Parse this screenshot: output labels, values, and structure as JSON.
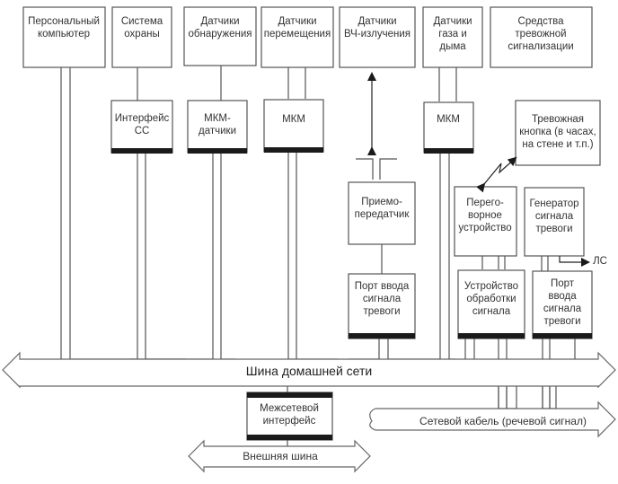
{
  "diagram": {
    "top_blocks": [
      {
        "id": "pc",
        "lines": [
          "Персональный",
          "компьютер"
        ]
      },
      {
        "id": "security",
        "lines": [
          "Система",
          "охраны"
        ]
      },
      {
        "id": "detect",
        "lines": [
          "Датчики",
          "обнаружения"
        ]
      },
      {
        "id": "motion",
        "lines": [
          "Датчики",
          "перемещения"
        ]
      },
      {
        "id": "rf",
        "lines": [
          "Датчики",
          "ВЧ-излучения"
        ]
      },
      {
        "id": "gas",
        "lines": [
          "Датчики",
          "газа и",
          "дыма"
        ]
      },
      {
        "id": "alarm_means",
        "lines": [
          "Средства",
          "тревожной",
          "сигнализации"
        ]
      }
    ],
    "mid_blocks": [
      {
        "id": "iface_ss",
        "lines": [
          "Интерфейс",
          "СС"
        ]
      },
      {
        "id": "mkm_sensors",
        "lines": [
          "МКМ-",
          "датчики"
        ]
      },
      {
        "id": "mkm1",
        "lines": [
          "МКМ"
        ]
      },
      {
        "id": "mkm2",
        "lines": [
          "МКМ"
        ]
      },
      {
        "id": "panic_button",
        "lines": [
          "Тревожная",
          "кнопка (в часах,",
          "на стене и т.п.)"
        ]
      },
      {
        "id": "transceiver",
        "lines": [
          "Приемо-",
          "передатчик"
        ]
      },
      {
        "id": "intercom",
        "lines": [
          "Перего-",
          "ворное",
          "устройство"
        ]
      },
      {
        "id": "alarm_gen",
        "lines": [
          "Генератор",
          "сигнала",
          "тревоги"
        ]
      },
      {
        "id": "port1",
        "lines": [
          "Порт ввода",
          "сигнала",
          "тревоги"
        ]
      },
      {
        "id": "signal_proc",
        "lines": [
          "Устройство",
          "обработки",
          "сигнала"
        ]
      },
      {
        "id": "port2",
        "lines": [
          "Порт",
          "ввода",
          "сигнала",
          "тревоги"
        ]
      },
      {
        "id": "gateway",
        "lines": [
          "Межсетевой",
          "интерфейс"
        ]
      }
    ],
    "buses": {
      "home": "Шина домашней сети",
      "network_cable": "Сетевой кабель (речевой сигнал)",
      "external": "Внешняя шина"
    },
    "ls_label": "ЛС"
  }
}
